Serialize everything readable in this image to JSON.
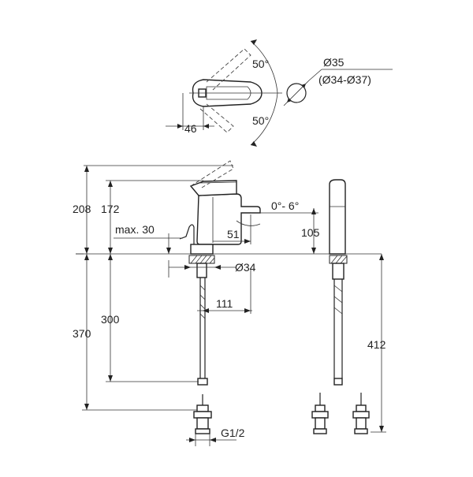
{
  "labels": {
    "angle_top": "50°",
    "angle_bottom": "50°",
    "width_46": "46",
    "diameter_35": "Ø35",
    "diameter_range": "(Ø34-Ø37)",
    "height_208": "208",
    "height_172": "172",
    "max_30": "max. 30",
    "tilt": "0°- 6°",
    "height_105": "105",
    "spout_51": "51",
    "diameter_34": "Ø34",
    "height_300": "300",
    "height_370": "370",
    "reach_111": "111",
    "hose_412": "412",
    "thread": "G1/2"
  }
}
